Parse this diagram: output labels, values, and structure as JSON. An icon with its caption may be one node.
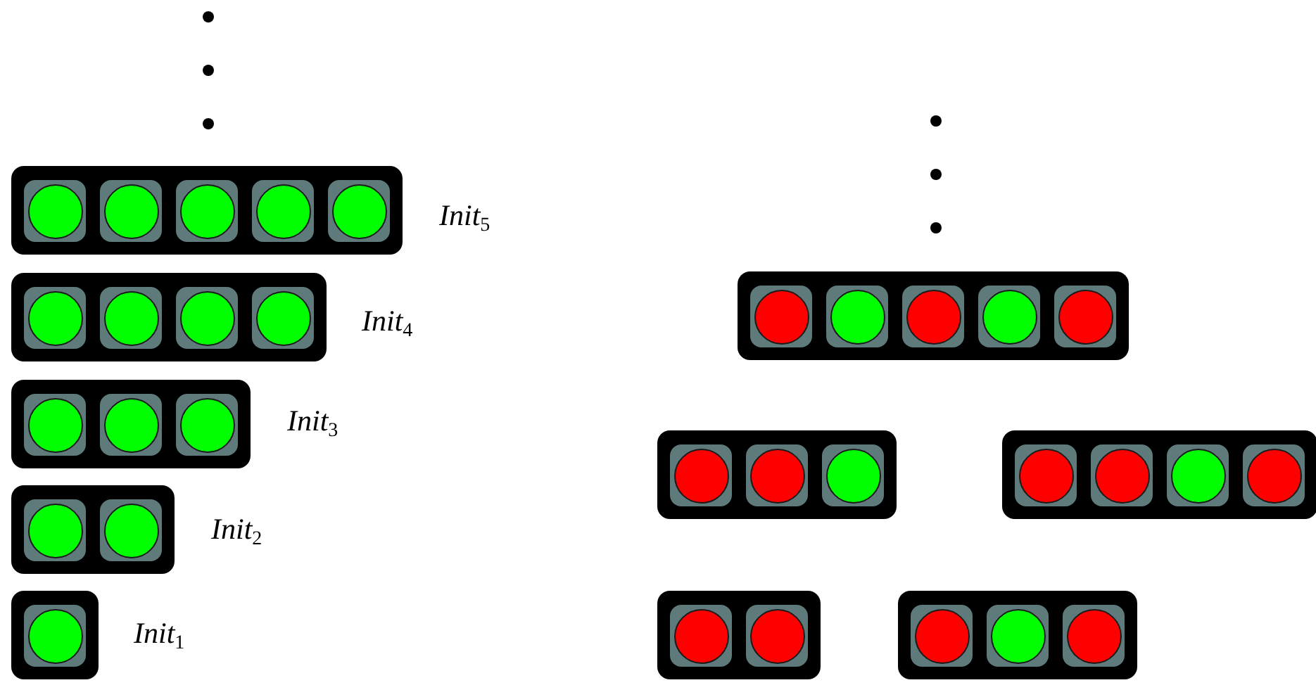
{
  "diagram": {
    "nodes": [
      {
        "text": [],
        "shape": "bar",
        "beside": [
          "*Init*$_{5}$"
        ]
      },
      {
        "text": [],
        "shape": "circle",
        "in": 0
      },
      {
        "text": [],
        "shape": "circle",
        "in": 0
      },
      {
        "text": [],
        "shape": "circle",
        "in": 0
      },
      {
        "text": [],
        "shape": "circle",
        "in": 0
      },
      {
        "text": [],
        "shape": "circle",
        "in": 0
      },
      {
        "text": [],
        "shape": "bar",
        "beside": [
          "*Init*$_{4}$"
        ]
      },
      {
        "text": [],
        "shape": "circle",
        "in": 6
      },
      {
        "text": [],
        "shape": "circle",
        "in": 6
      },
      {
        "text": [],
        "shape": "circle",
        "in": 6
      },
      {
        "text": [],
        "shape": "circle",
        "in": 6
      },
      {
        "text": [],
        "shape": "bar",
        "beside": [
          "*Init*$_{3}$"
        ]
      },
      {
        "text": [],
        "shape": "circle",
        "in": 11
      },
      {
        "text": [],
        "shape": "circle",
        "in": 11
      },
      {
        "text": [],
        "shape": "circle",
        "in": 11
      },
      {
        "text": [],
        "shape": "bar",
        "beside": [
          "*Init*$_{2}$"
        ]
      },
      {
        "text": [],
        "shape": "circle",
        "in": 15
      },
      {
        "text": [],
        "shape": "circle",
        "in": 15
      },
      {
        "text": [],
        "shape": "bar",
        "beside": [
          "*Init*$_{1}$"
        ]
      },
      {
        "text": [],
        "shape": "circle",
        "in": 18
      },
      {
        "text": [],
        "shape": "bar"
      },
      {
        "text": [],
        "shape": "circle",
        "in": 20
      },
      {
        "text": [],
        "shape": "circle",
        "in": 20
      },
      {
        "text": [],
        "shape": "circle",
        "in": 20
      },
      {
        "text": [],
        "shape": "circle",
        "in": 20
      },
      {
        "text": [],
        "shape": "circle",
        "in": 20
      },
      {
        "text": [],
        "shape": "bar"
      },
      {
        "text": [],
        "shape": "circle",
        "in": 26
      },
      {
        "text": [],
        "shape": "circle",
        "in": 26
      },
      {
        "text": [],
        "shape": "circle",
        "in": 26
      },
      {
        "text": [],
        "shape": "bar"
      },
      {
        "text": [],
        "shape": "circle",
        "in": 30
      },
      {
        "text": [],
        "shape": "circle",
        "in": 30
      },
      {
        "text": [],
        "shape": "circle",
        "in": 30
      },
      {
        "text": [],
        "shape": "circle",
        "in": 30
      },
      {
        "text": [],
        "shape": "bar"
      },
      {
        "text": [],
        "shape": "circle",
        "in": 35
      },
      {
        "text": [],
        "shape": "circle",
        "in": 35
      },
      {
        "text": [],
        "shape": "bar"
      },
      {
        "text": [],
        "shape": "circle",
        "in": 38
      },
      {
        "text": [],
        "shape": "circle",
        "in": 38
      },
      {
        "text": [],
        "shape": "circle",
        "in": 38
      }
    ]
  }
}
